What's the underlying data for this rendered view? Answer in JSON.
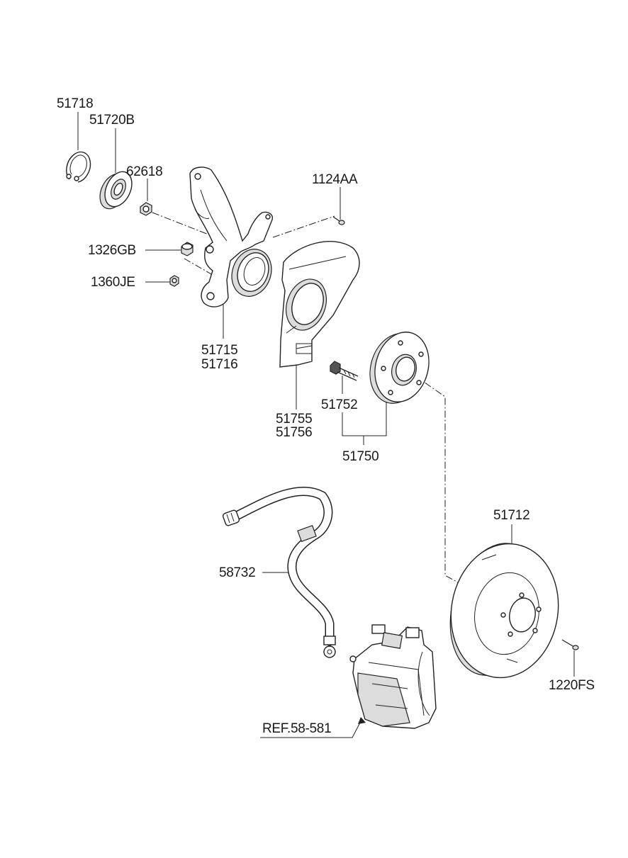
{
  "labels": {
    "l51718": "51718",
    "l51720b": "51720B",
    "l62618": "62618",
    "l1124aa": "1124AA",
    "l1326gb": "1326GB",
    "l1360je": "1360JE",
    "l51715": "51715",
    "l51716": "51716",
    "l51755": "51755",
    "l51756": "51756",
    "l51752": "51752",
    "l51750": "51750",
    "l51712": "51712",
    "l58732": "58732",
    "l1220fs": "1220FS",
    "ref": "REF.58-581"
  },
  "parts": [
    {
      "number": "51718",
      "depiction": "snap ring"
    },
    {
      "number": "51720B",
      "depiction": "wheel bearing"
    },
    {
      "number": "62618",
      "depiction": "nut"
    },
    {
      "number": "1124AA",
      "depiction": "bolt"
    },
    {
      "number": "1326GB",
      "depiction": "nut"
    },
    {
      "number": "1360JE",
      "depiction": "nut"
    },
    {
      "number": "51715 / 51716",
      "depiction": "steering knuckle"
    },
    {
      "number": "51755 / 51756",
      "depiction": "dust cover"
    },
    {
      "number": "51752",
      "depiction": "hub bolt"
    },
    {
      "number": "51750",
      "depiction": "front wheel hub"
    },
    {
      "number": "51712",
      "depiction": "brake disc"
    },
    {
      "number": "58732",
      "depiction": "brake hose"
    },
    {
      "number": "1220FS",
      "depiction": "screw"
    },
    {
      "number": "REF.58-581",
      "depiction": "brake caliper"
    }
  ]
}
